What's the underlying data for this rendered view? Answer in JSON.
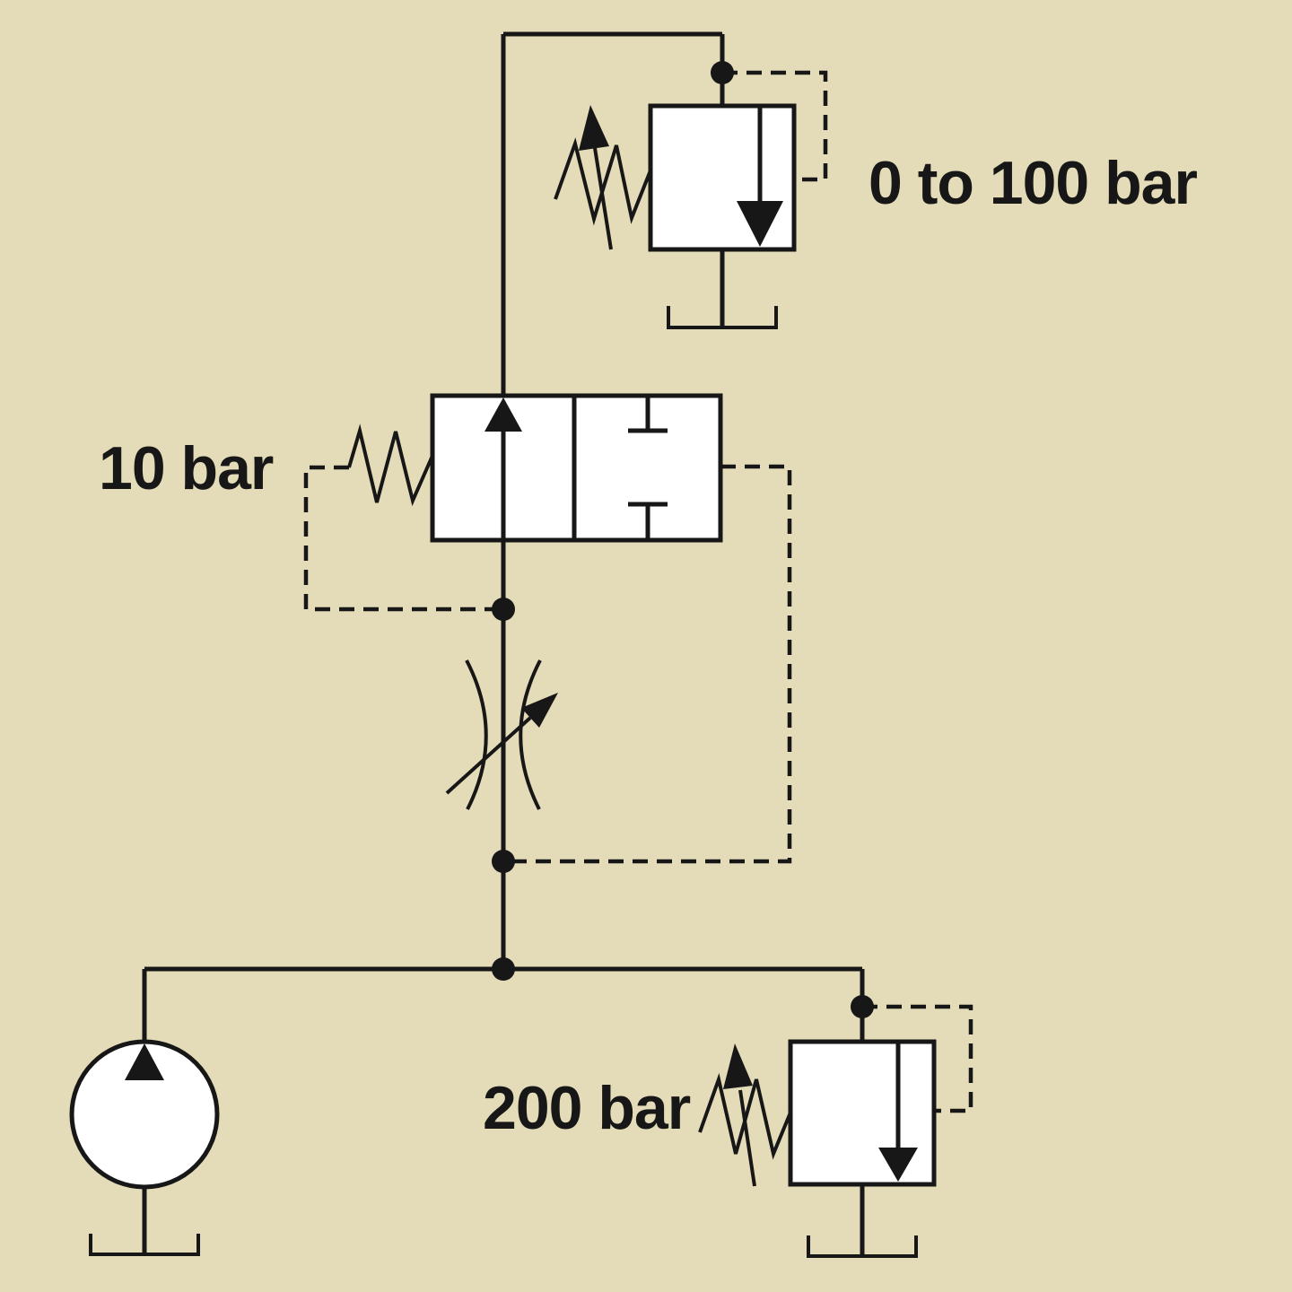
{
  "diagram": {
    "kind": "hydraulic-circuit-schematic",
    "colors": {
      "background": "#e4dcb8",
      "line": "#171717",
      "symbol_fill": "#ffffff"
    },
    "labels": {
      "remote_relief_valve": "0 to 100 bar",
      "vent_valve": "10 bar",
      "main_relief_valve": "200 bar"
    },
    "components": [
      {
        "name": "remote-pressure-relief-valve",
        "label": "0 to 100 bar"
      },
      {
        "name": "spring-offset-two-position-valve",
        "label": "10 bar"
      },
      {
        "name": "variable-flow-restrictor",
        "label": ""
      },
      {
        "name": "fixed-displacement-pump",
        "label": ""
      },
      {
        "name": "main-pressure-relief-valve",
        "label": "200 bar"
      }
    ]
  }
}
